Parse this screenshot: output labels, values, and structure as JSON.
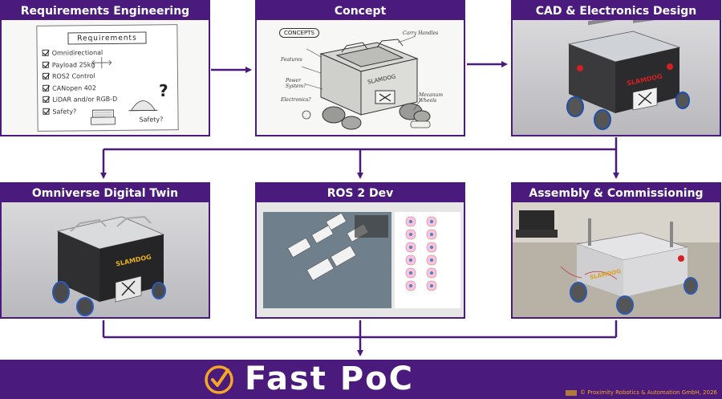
{
  "panels": {
    "requirements": {
      "title": "Requirements Engineering"
    },
    "concept": {
      "title": "Concept"
    },
    "cad": {
      "title": "CAD & Electronics Design"
    },
    "omniverse": {
      "title": "Omniverse Digital Twin"
    },
    "ros": {
      "title": "ROS 2 Dev"
    },
    "assembly": {
      "title": "Assembly & Commissioning"
    }
  },
  "requirements_sheet": {
    "header": "Requirements",
    "items": [
      "Omnidirectional",
      "Payload 25kg",
      "ROS2 Control",
      "CANopen 402",
      "LiDAR and/or RGB-D",
      "Safety?"
    ],
    "question_mark": "?",
    "safety_note": "Safety?"
  },
  "concept_sketch": {
    "concepts": "CONCEPTS",
    "carry_handles": "Carry Handles",
    "features": "Features",
    "power_system": "Power System?",
    "electronics": "Electronics?",
    "mecanum_wheels": "Mecanum Wheels",
    "robot_label": "SLAMDOG"
  },
  "robot_label": "SLAMDOG",
  "banner": {
    "title": "Fast PoC",
    "copyright": "© Proximity Robotics & Automation GmbH, 2026"
  },
  "colors": {
    "brand_purple": "#4b1a7d",
    "accent_orange": "#f5a623",
    "white": "#ffffff"
  }
}
